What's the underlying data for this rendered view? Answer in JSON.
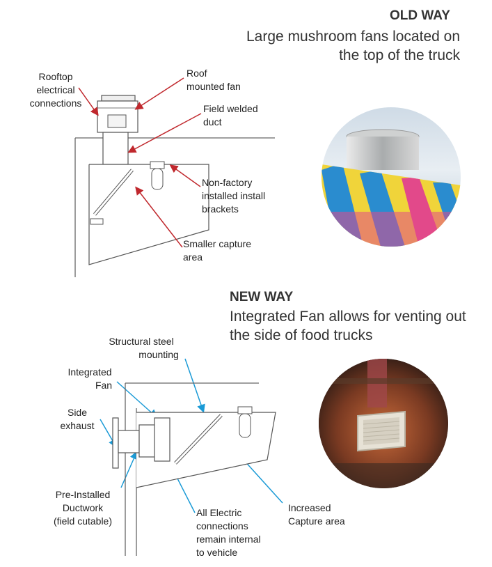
{
  "old_way": {
    "heading": "OLD WAY",
    "subtitle_line1": "Large mushroom fans located on",
    "subtitle_line2": "the top of the truck",
    "labels": {
      "rooftop_line1": "Rooftop",
      "rooftop_line2": "electrical",
      "rooftop_line3": "connections",
      "roof_fan_line1": "Roof",
      "roof_fan_line2": "mounted fan",
      "field_duct_line1": "Field welded",
      "field_duct_line2": "duct",
      "brackets_line1": "Non-factory",
      "brackets_line2": "installed install",
      "brackets_line3": "brackets",
      "capture_line1": "Smaller capture",
      "capture_line2": "area"
    }
  },
  "new_way": {
    "heading": "NEW WAY",
    "subtitle_line1": "Integrated Fan allows for venting out",
    "subtitle_line2": "the side of food trucks",
    "labels": {
      "structural_line1": "Structural steel",
      "structural_line2": "mounting",
      "integrated_line1": "Integrated",
      "integrated_line2": "Fan",
      "side_line1": "Side",
      "side_line2": "exhaust",
      "ductwork_line1": "Pre-Installed",
      "ductwork_line2": "Ductwork",
      "ductwork_line3": "(field cutable)",
      "electric_line1": "All Electric",
      "electric_line2": "connections",
      "electric_line3": "remain internal",
      "electric_line4": "to vehicle",
      "capture_line1": "Increased",
      "capture_line2": "Capture area"
    }
  },
  "colors": {
    "old_arrow": "#c0282d",
    "new_arrow": "#1a9ad6",
    "line": "#666666"
  }
}
